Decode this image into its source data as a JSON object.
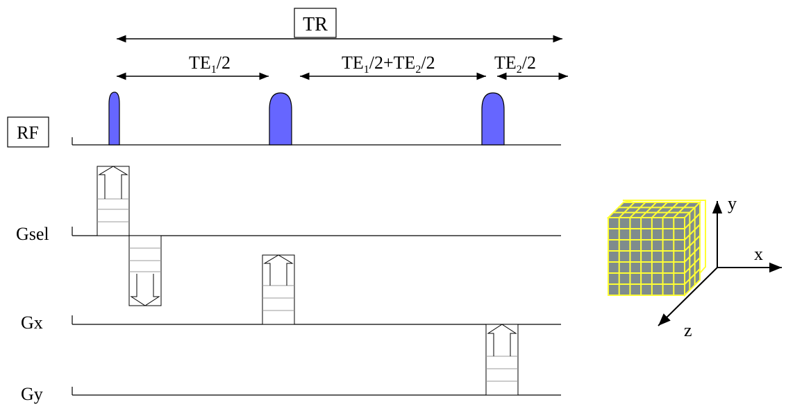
{
  "labels": {
    "tr": "TR",
    "te1_half_base": "TE",
    "te1_half_sub": "1",
    "te1_half_rest": "/2",
    "mid_a": "TE",
    "mid_a_sub": "1",
    "mid_b": "/2+TE",
    "mid_b_sub": "2",
    "mid_c": "/2",
    "te2_half_base": "TE",
    "te2_half_sub": "2",
    "te2_half_rest": "/2"
  },
  "channels": {
    "rf": "RF",
    "gsel": "Gsel",
    "gx": "Gx",
    "gy": "Gy"
  },
  "axes": {
    "x": "x",
    "y": "y",
    "z": "z"
  },
  "colors": {
    "rf_pulse": "#6666ff",
    "cube_face": "#7f8c8d",
    "cube_grid": "#ffff33"
  }
}
